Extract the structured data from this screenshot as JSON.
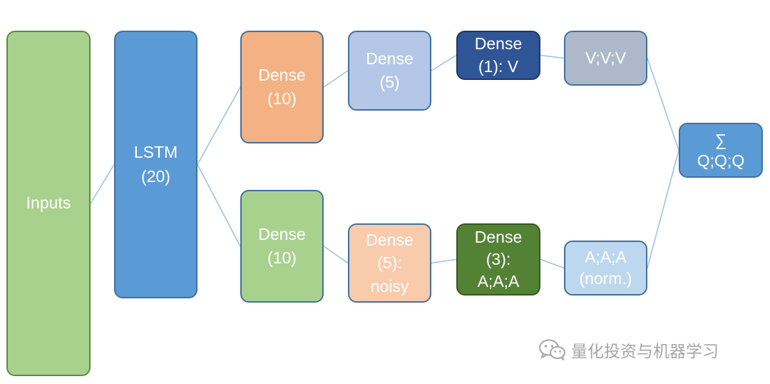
{
  "nodes": {
    "inputs": {
      "lines": [
        "Inputs"
      ]
    },
    "lstm": {
      "lines": [
        "LSTM",
        "(20)"
      ]
    },
    "dense10a": {
      "lines": [
        "Dense",
        "(10)"
      ]
    },
    "dense5a": {
      "lines": [
        "Dense",
        "(5)"
      ]
    },
    "dense1v": {
      "lines": [
        "Dense",
        "(1): V"
      ]
    },
    "vvv": {
      "lines": [
        "V;V;V"
      ]
    },
    "sum": {
      "lines": [
        "∑",
        "Q;Q;Q"
      ]
    },
    "dense10b": {
      "lines": [
        "Dense",
        "(10)"
      ]
    },
    "dense5b": {
      "lines": [
        "Dense",
        "(5):",
        "noisy"
      ]
    },
    "dense3a": {
      "lines": [
        "Dense",
        "(3):",
        "A;A;A"
      ]
    },
    "aaa": {
      "lines": [
        "A;A;A",
        "(norm.)"
      ]
    }
  },
  "edges": [
    [
      "inputs",
      "lstm"
    ],
    [
      "lstm",
      "dense10a"
    ],
    [
      "lstm",
      "dense10b"
    ],
    [
      "dense10a",
      "dense5a"
    ],
    [
      "dense5a",
      "dense1v"
    ],
    [
      "dense1v",
      "vvv"
    ],
    [
      "vvv",
      "sum"
    ],
    [
      "dense10b",
      "dense5b"
    ],
    [
      "dense5b",
      "dense3a"
    ],
    [
      "dense3a",
      "aaa"
    ],
    [
      "aaa",
      "sum"
    ]
  ],
  "colors": {
    "edge": "#9dc3e6"
  },
  "watermark": {
    "text": "量化投资与机器学习",
    "icon": "wechat-icon"
  }
}
